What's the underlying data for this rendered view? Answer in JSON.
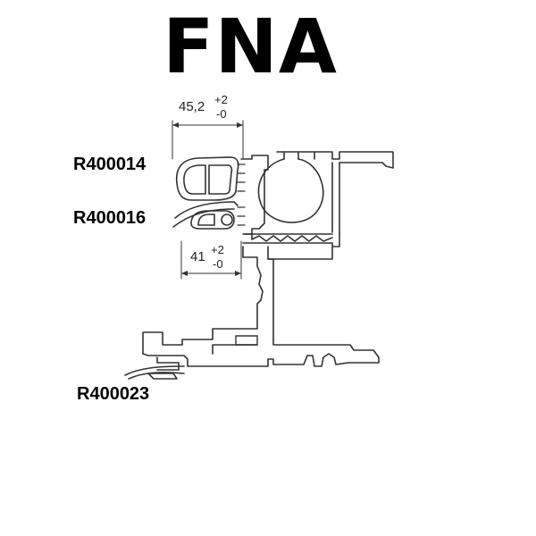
{
  "title": "FNA",
  "labels": {
    "profile_1": "R400014",
    "profile_2": "R400016",
    "profile_3": "R400023"
  },
  "dimensions": {
    "top": {
      "value": "45,2",
      "tol_plus": "+2",
      "tol_minus": "-0"
    },
    "bottom": {
      "value": "41",
      "tol_plus": "+2",
      "tol_minus": "-0"
    }
  }
}
